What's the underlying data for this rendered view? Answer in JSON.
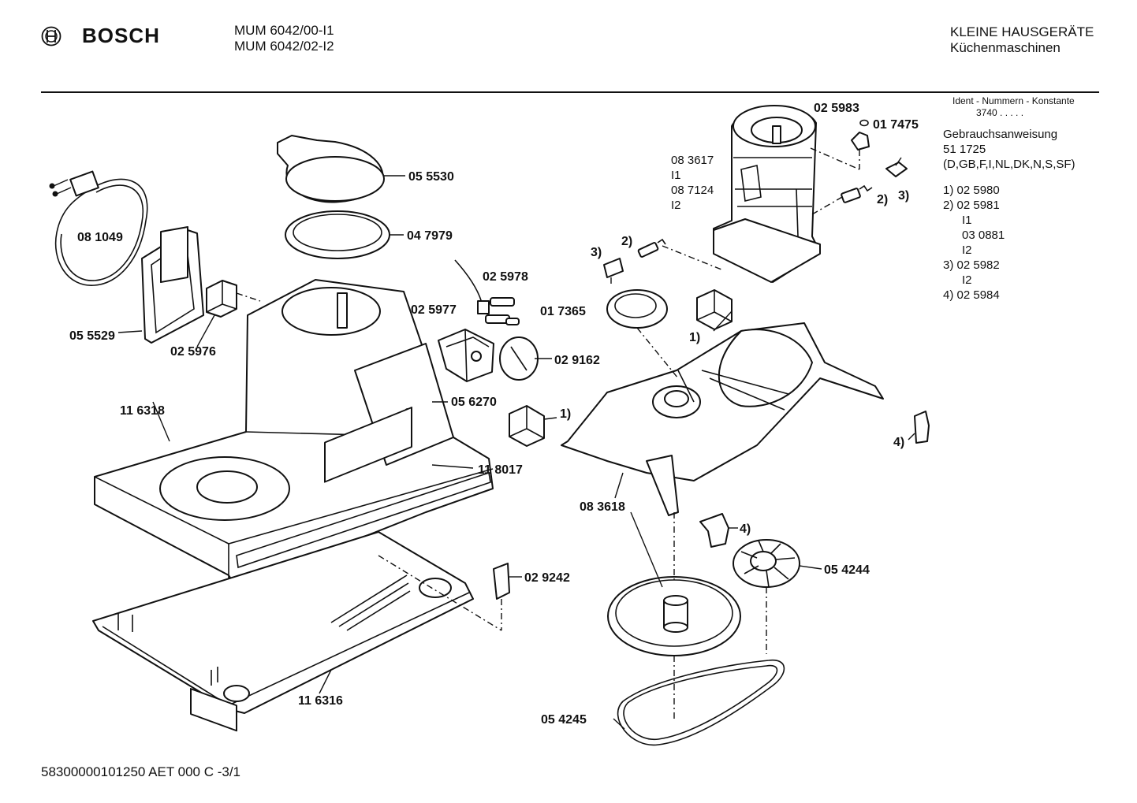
{
  "header": {
    "brand": "BOSCH",
    "models": [
      "MUM 6042/00-I1",
      "MUM 6042/02-I2"
    ],
    "category": [
      "KLEINE HAUSGERÄTE",
      "Küchenmaschinen"
    ]
  },
  "sidebar": {
    "ident_label": "Ident - Nummern - Konstante",
    "ident_value": "3740  .  .  .  .  .",
    "manual_label": "Gebrauchsanweisung",
    "manual_number": "51 1725",
    "manual_languages": "(D,GB,F,I,NL,DK,N,S,SF)",
    "notes": [
      {
        "text": "1)  02 5980"
      },
      {
        "text": "2)  02 5981"
      },
      {
        "text": "I1",
        "sub": true
      },
      {
        "text": "03 0881",
        "sub": true
      },
      {
        "text": "I2",
        "sub": true
      },
      {
        "text": "3)  02 5982"
      },
      {
        "text": "I2",
        "sub": true
      },
      {
        "text": "4)  02 5984"
      }
    ]
  },
  "labels": {
    "p055530": "05 5530",
    "p047979": "04 7979",
    "p081049": "08 1049",
    "p055529": "05 5529",
    "p025976": "02 5976",
    "p025978": "02 5978",
    "p025977": "02 5977",
    "p029162": "02 9162",
    "p056270": "05 6270",
    "p116318": "11 6318",
    "p118017": "11 8017",
    "p116316": "11 6316",
    "p029242": "02 9242",
    "p083618": "08 3618",
    "p054244": "05 4244",
    "p054245": "05 4245",
    "p017365": "01 7365",
    "p025983": "02 5983",
    "p017475": "01 7475",
    "p083617": "08 3617",
    "m_i1": "I1",
    "p087124": "08 7124",
    "m_i2": "I2",
    "note1a": "1)",
    "note1b": "1)",
    "note2a": "2)",
    "note2b": "2)",
    "note3a": "3)",
    "note3b": "3)",
    "note4a": "4)",
    "note4b": "4)"
  },
  "footer": {
    "code": "58300000101250 AET 000 C  -3/1"
  }
}
